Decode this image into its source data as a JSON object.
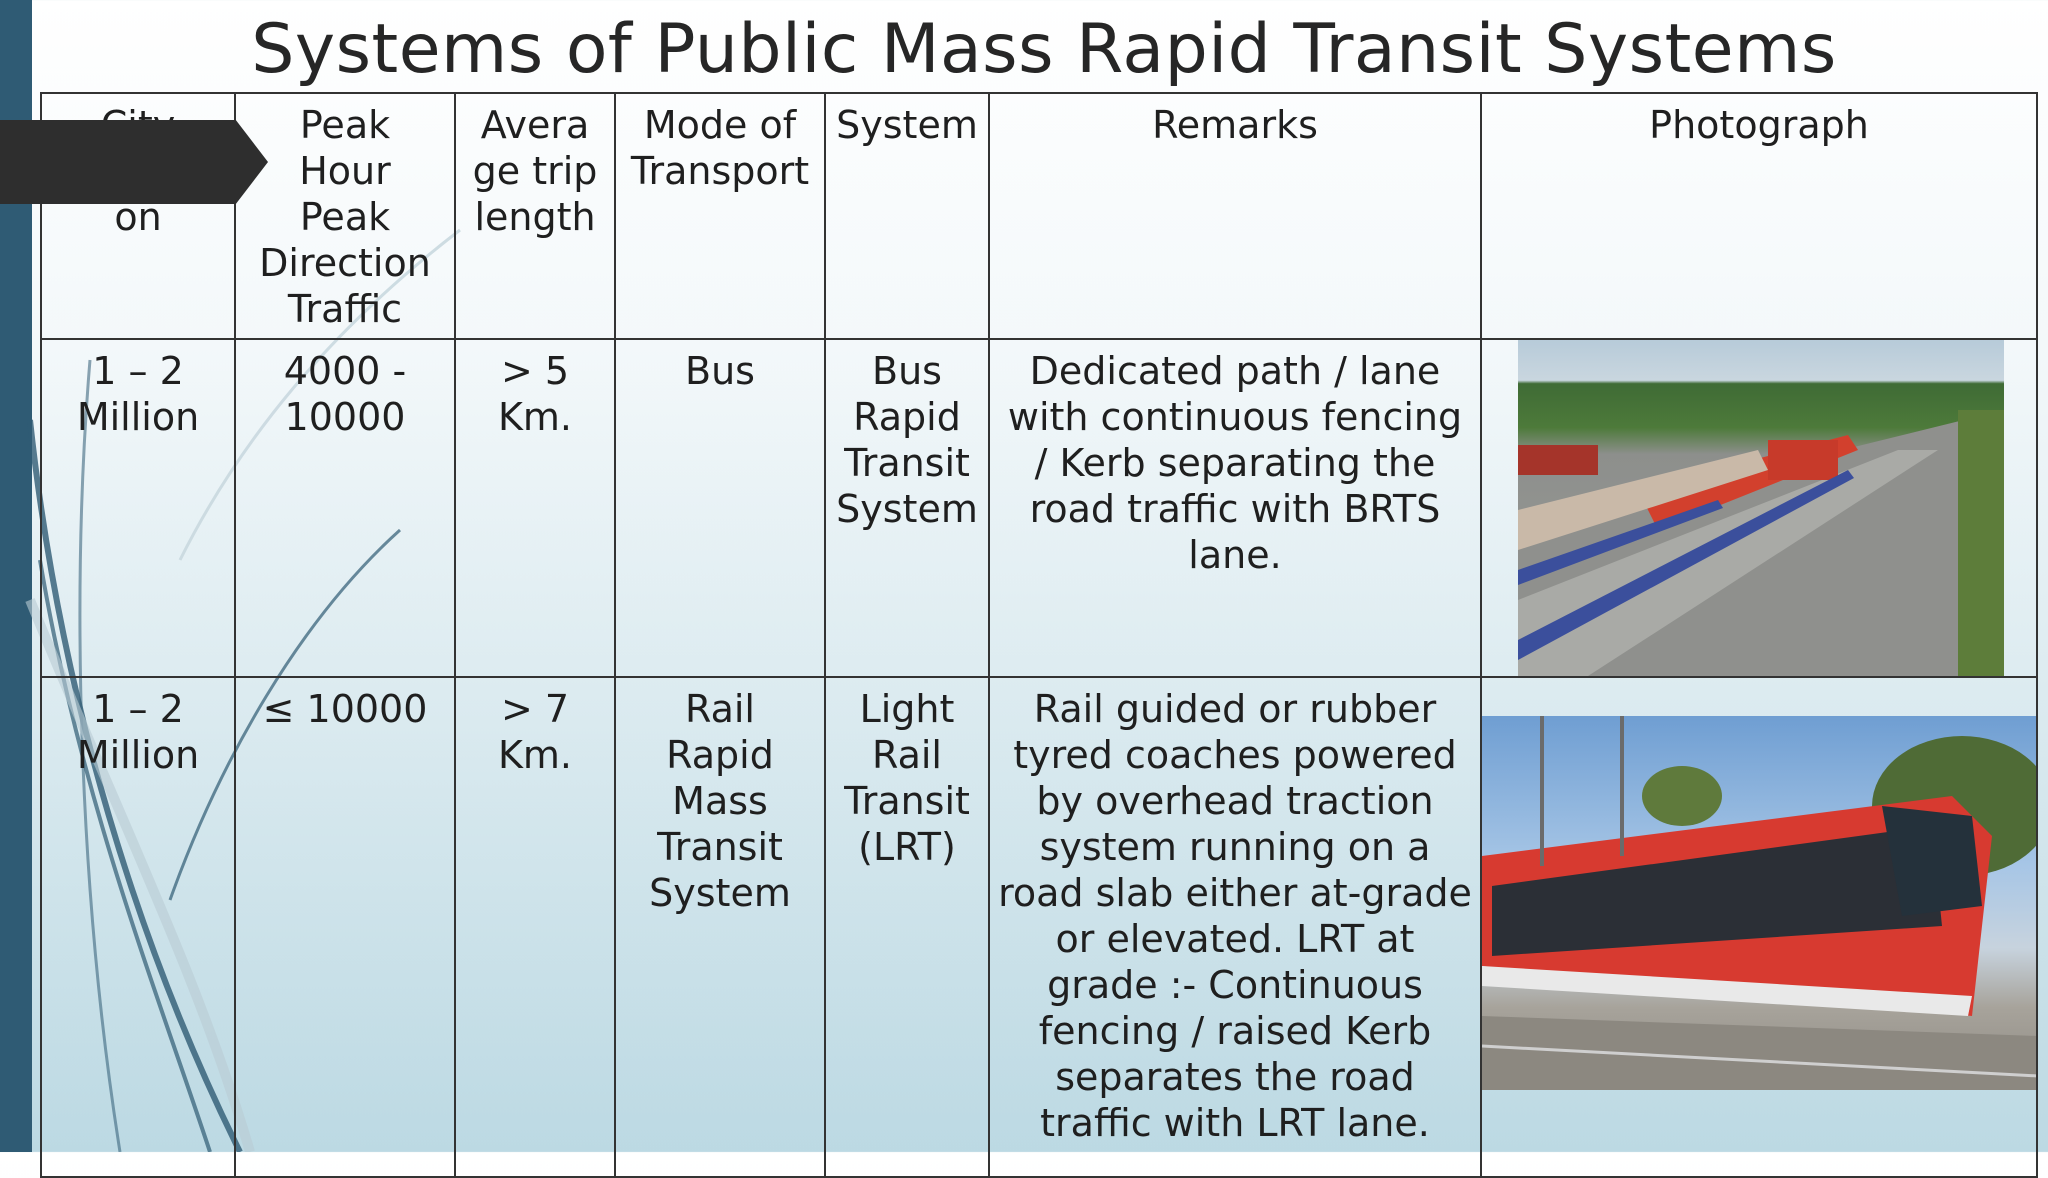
{
  "title": "Systems of Public Mass Rapid Transit Systems",
  "colors": {
    "sidebar": "#2f5b74",
    "tag": "#2e2e2e",
    "border": "#333333"
  },
  "table": {
    "headers": {
      "city": "City\nPopulati\non",
      "peak": "Peak\nHour\nPeak\nDirection\nTraffic",
      "trip": "Avera\nge trip\nlength",
      "mode": "Mode of\nTransport",
      "system": "System",
      "remarks": "Remarks",
      "photo": "Photograph"
    },
    "rows": [
      {
        "city": "1 – 2\nMillion",
        "peak": "4000 -\n10000",
        "trip": "> 5\nKm.",
        "mode": "Bus",
        "system": "Bus\nRapid\nTransit\nSystem",
        "remarks": "Dedicated path / lane with continuous fencing / Kerb separating the road traffic with BRTS lane.",
        "photo": "bus-rapid-transit-photo"
      },
      {
        "city": "1 – 2\nMillion",
        "peak": "≤ 10000",
        "trip": "> 7\nKm.",
        "mode": "Rail\nRapid\nMass\nTransit\nSystem",
        "system": "Light\nRail\nTransit\n(LRT)",
        "remarks": "Rail guided or rubber tyred coaches powered by overhead traction system running on a road slab either at-grade or elevated. LRT at grade :- Continuous fencing / raised Kerb separates the road traffic with LRT lane.",
        "photo": "light-rail-tram-photo"
      }
    ]
  }
}
